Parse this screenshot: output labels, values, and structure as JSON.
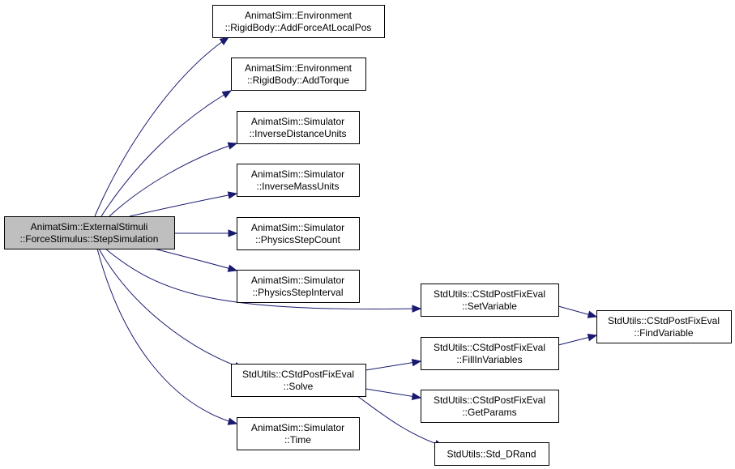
{
  "graph": {
    "root": {
      "id": "root",
      "lines": [
        "AnimatSim::ExternalStimuli",
        "::ForceStimulus::StepSimulation"
      ]
    },
    "nodes": [
      {
        "id": "n1",
        "lines": [
          "AnimatSim::Environment",
          "::RigidBody::AddForceAtLocalPos"
        ]
      },
      {
        "id": "n2",
        "lines": [
          "AnimatSim::Environment",
          "::RigidBody::AddTorque"
        ]
      },
      {
        "id": "n3",
        "lines": [
          "AnimatSim::Simulator",
          "::InverseDistanceUnits"
        ]
      },
      {
        "id": "n4",
        "lines": [
          "AnimatSim::Simulator",
          "::InverseMassUnits"
        ]
      },
      {
        "id": "n5",
        "lines": [
          "AnimatSim::Simulator",
          "::PhysicsStepCount"
        ]
      },
      {
        "id": "n6",
        "lines": [
          "AnimatSim::Simulator",
          "::PhysicsStepInterval"
        ]
      },
      {
        "id": "n7",
        "lines": [
          "StdUtils::CStdPostFixEval",
          "::SetVariable"
        ]
      },
      {
        "id": "n8",
        "lines": [
          "StdUtils::CStdPostFixEval",
          "::Solve"
        ]
      },
      {
        "id": "n9",
        "lines": [
          "AnimatSim::Simulator",
          "::Time"
        ]
      },
      {
        "id": "n10",
        "lines": [
          "StdUtils::CStdPostFixEval",
          "::FindVariable"
        ]
      },
      {
        "id": "n11",
        "lines": [
          "StdUtils::CStdPostFixEval",
          "::FillInVariables"
        ]
      },
      {
        "id": "n12",
        "lines": [
          "StdUtils::CStdPostFixEval",
          "::GetParams"
        ]
      },
      {
        "id": "n13",
        "lines": [
          "StdUtils::Std_DRand"
        ]
      }
    ],
    "edges": [
      {
        "from": "root",
        "to": "n1"
      },
      {
        "from": "root",
        "to": "n2"
      },
      {
        "from": "root",
        "to": "n3"
      },
      {
        "from": "root",
        "to": "n4"
      },
      {
        "from": "root",
        "to": "n5"
      },
      {
        "from": "root",
        "to": "n6"
      },
      {
        "from": "root",
        "to": "n7"
      },
      {
        "from": "root",
        "to": "n8"
      },
      {
        "from": "root",
        "to": "n9"
      },
      {
        "from": "n7",
        "to": "n10"
      },
      {
        "from": "n8",
        "to": "n11"
      },
      {
        "from": "n8",
        "to": "n12"
      },
      {
        "from": "n8",
        "to": "n13"
      },
      {
        "from": "n11",
        "to": "n10"
      }
    ]
  },
  "colors": {
    "edge": "#191970",
    "root_fill": "#bfbfbf",
    "node_fill": "#ffffff",
    "border": "#000000"
  }
}
